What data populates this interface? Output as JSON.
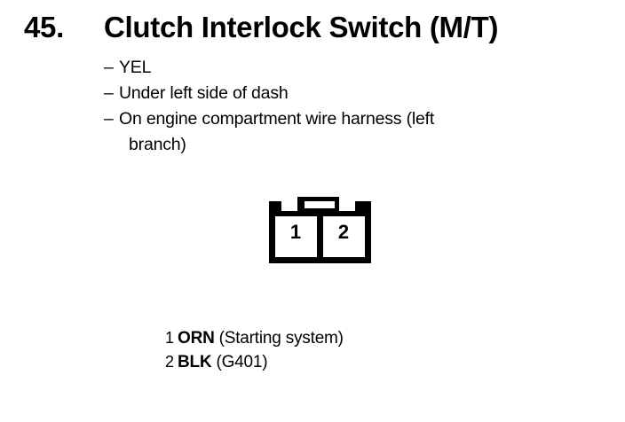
{
  "heading": {
    "number": "45.",
    "title": "Clutch Interlock Switch (M/T)"
  },
  "details": {
    "dash": "–",
    "items": [
      {
        "line1": "YEL"
      },
      {
        "line1": "Under left side of dash"
      },
      {
        "line1": "On engine compartment wire harness (left",
        "line2": "branch)"
      }
    ]
  },
  "connector": {
    "name": "2-cavity-connector-front-view",
    "cavities": [
      "1",
      "2"
    ]
  },
  "legend": {
    "pins": [
      {
        "num": "1",
        "color": "ORN",
        "desc": "(Starting system)"
      },
      {
        "num": "2",
        "color": "BLK",
        "desc": "(G401)"
      }
    ]
  },
  "colors": {
    "ink": "#000000",
    "paper": "#ffffff"
  }
}
